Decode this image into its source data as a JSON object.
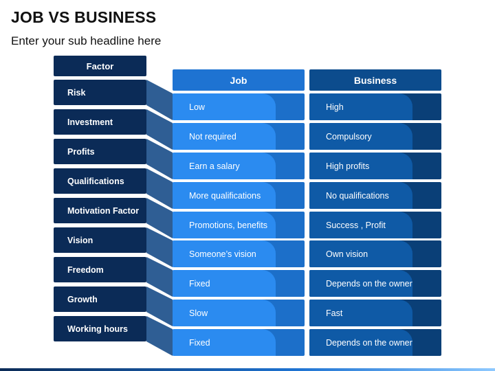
{
  "title": "JOB VS BUSINESS",
  "subtitle": "Enter your sub headline here",
  "headers": {
    "factor": "Factor",
    "job": "Job",
    "business": "Business"
  },
  "rows": [
    {
      "factor": "Risk",
      "job": "Low",
      "business": "High"
    },
    {
      "factor": "Investment",
      "job": "Not required",
      "business": "Compulsory"
    },
    {
      "factor": "Profits",
      "job": "Earn a salary",
      "business": "High profits"
    },
    {
      "factor": "Qualifications",
      "job": "More qualifications",
      "business": "No qualifications"
    },
    {
      "factor": "Motivation Factor",
      "job": "Promotions, benefits",
      "business": "Success , Profit"
    },
    {
      "factor": "Vision",
      "job": "Someone’s vision",
      "business": "Own vision"
    },
    {
      "factor": "Freedom",
      "job": "Fixed",
      "business": "Depends on the owner"
    },
    {
      "factor": "Growth",
      "job": "Slow",
      "business": "Fast"
    },
    {
      "factor": "Working hours",
      "job": "Fixed",
      "business": "Depends on the owner"
    }
  ],
  "colors": {
    "factor_bg": "#0b2b57",
    "job_head": "#1e73d2",
    "job_row": "#2b8bf0",
    "business_head": "#0c4c8d",
    "business_row": "#0f5aa6"
  }
}
